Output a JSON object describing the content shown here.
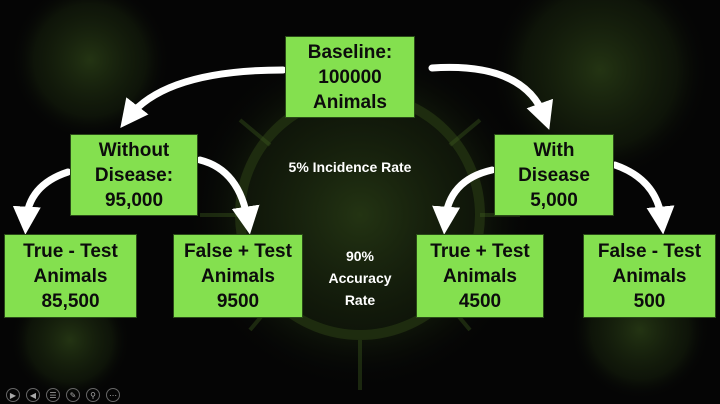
{
  "colors": {
    "box_fill": "#84e04f",
    "background": "#050505",
    "arrow": "#ffffff",
    "virus_tint": "#3c5a1e"
  },
  "diagram": {
    "baseline": [
      "Baseline:",
      "100000",
      "Animals"
    ],
    "without_disease": [
      "Without",
      "Disease:",
      "95,000"
    ],
    "with_disease": [
      "With",
      "Disease",
      "5,000"
    ],
    "true_negative": [
      "True - Test",
      "Animals",
      "85,500"
    ],
    "false_positive": [
      "False + Test",
      "Animals",
      "9500"
    ],
    "true_positive": [
      "True + Test",
      "Animals",
      "4500"
    ],
    "false_negative": [
      "False - Test",
      "Animals",
      "500"
    ],
    "incidence_label": "5% Incidence Rate",
    "accuracy_label": [
      "90%",
      "Accuracy",
      "Rate"
    ]
  },
  "toolbar": {
    "icons": [
      "play-icon",
      "previous-icon",
      "menu-icon",
      "pen-icon",
      "zoom-icon",
      "more-icon"
    ]
  }
}
